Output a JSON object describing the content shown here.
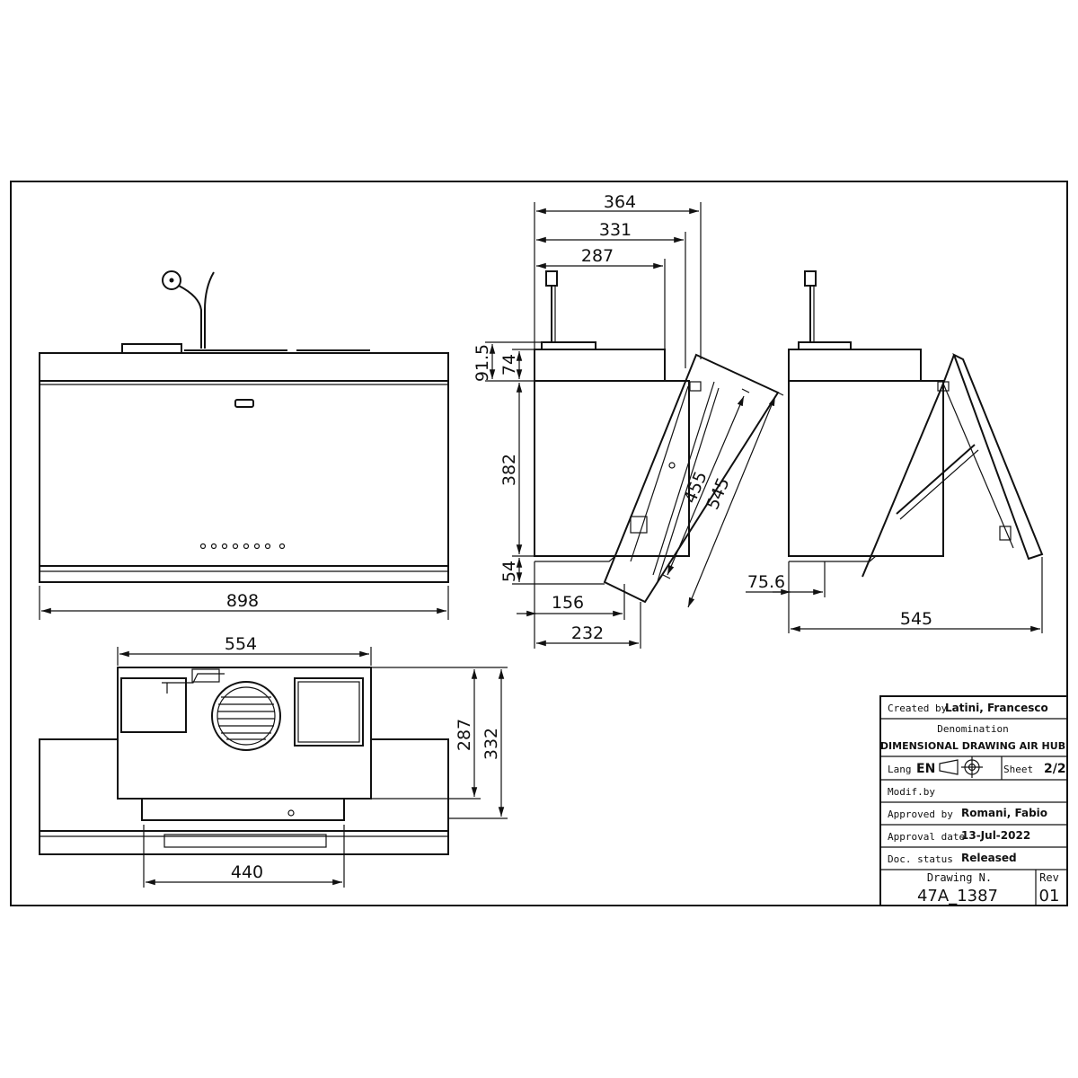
{
  "front_view": {
    "dims": {
      "width": "898"
    }
  },
  "top_view": {
    "dims": {
      "outer_width": "554",
      "bottom_width": "440",
      "depth_inner": "287",
      "depth_outer": "332"
    }
  },
  "side_view_closed": {
    "dims": {
      "top_364": "364",
      "top_331": "331",
      "top_287": "287",
      "left_91_5": "91.5",
      "left_74": "74",
      "height_382": "382",
      "bottom_54": "54",
      "bottom_156": "156",
      "bottom_232": "232",
      "diag_455": "455",
      "diag_545": "545"
    }
  },
  "side_view_open": {
    "dims": {
      "offset": "75.6",
      "depth": "545"
    }
  },
  "title_block": {
    "created_by_label": "Created by",
    "created_by_value": "Latini, Francesco",
    "denomination_label": "Denomination",
    "denomination_value": "DIMENSIONAL DRAWING AIR HUB",
    "lang_label": "Lang",
    "lang_value": "EN",
    "sheet_label": "Sheet",
    "sheet_value": "2/2",
    "modif_label": "Modif.by",
    "approved_by_label": "Approved by",
    "approved_by_value": "Romani, Fabio",
    "approval_date_label": "Approval date",
    "approval_date_value": "13-Jul-2022",
    "doc_status_label": "Doc. status",
    "doc_status_value": "Released",
    "drawing_n_label": "Drawing N.",
    "drawing_n_value": "47A_1387",
    "rev_label": "Rev",
    "rev_value": "01"
  }
}
